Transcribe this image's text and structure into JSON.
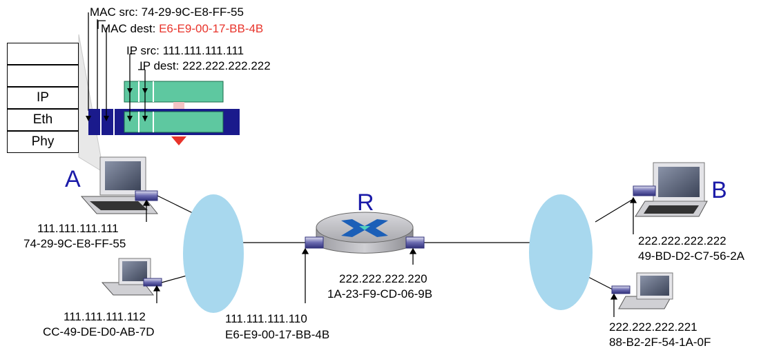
{
  "frame_fields": {
    "mac_src_label": "MAC src: ",
    "mac_src_value": "74-29-9C-E8-FF-55",
    "mac_dest_label": "MAC dest: ",
    "mac_dest_value": "E6-E9-00-17-BB-4B",
    "ip_src_label": "IP src: ",
    "ip_src_value": "111.111.111.111",
    "ip_dest_label": "IP dest: ",
    "ip_dest_value": "222.222.222.222"
  },
  "protocol_stack": [
    "",
    "",
    "IP",
    "Eth",
    "Phy"
  ],
  "nodes": {
    "host_a": {
      "name": "A",
      "ip": "111.111.111.111",
      "mac": "74-29-9C-E8-FF-55"
    },
    "host_a2": {
      "ip": "111.111.111.112",
      "mac": "CC-49-DE-D0-AB-7D"
    },
    "router": {
      "name": "R",
      "left_ip": "111.111.111.110",
      "left_mac": "E6-E9-00-17-BB-4B",
      "right_ip": "222.222.222.220",
      "right_mac": "1A-23-F9-CD-06-9B"
    },
    "host_b": {
      "name": "B",
      "ip": "222.222.222.222",
      "mac": "49-BD-D2-C7-56-2A"
    },
    "host_b2": {
      "ip": "222.222.222.221",
      "mac": "88-B2-2F-54-1A-0F"
    }
  },
  "colors": {
    "frame_blue": "#1a1a8c",
    "payload_green": "#5ec8a0",
    "highlight_red": "#e8332a",
    "cloud_blue": "#a8d8ee",
    "label_blue": "#1a1aa8"
  }
}
